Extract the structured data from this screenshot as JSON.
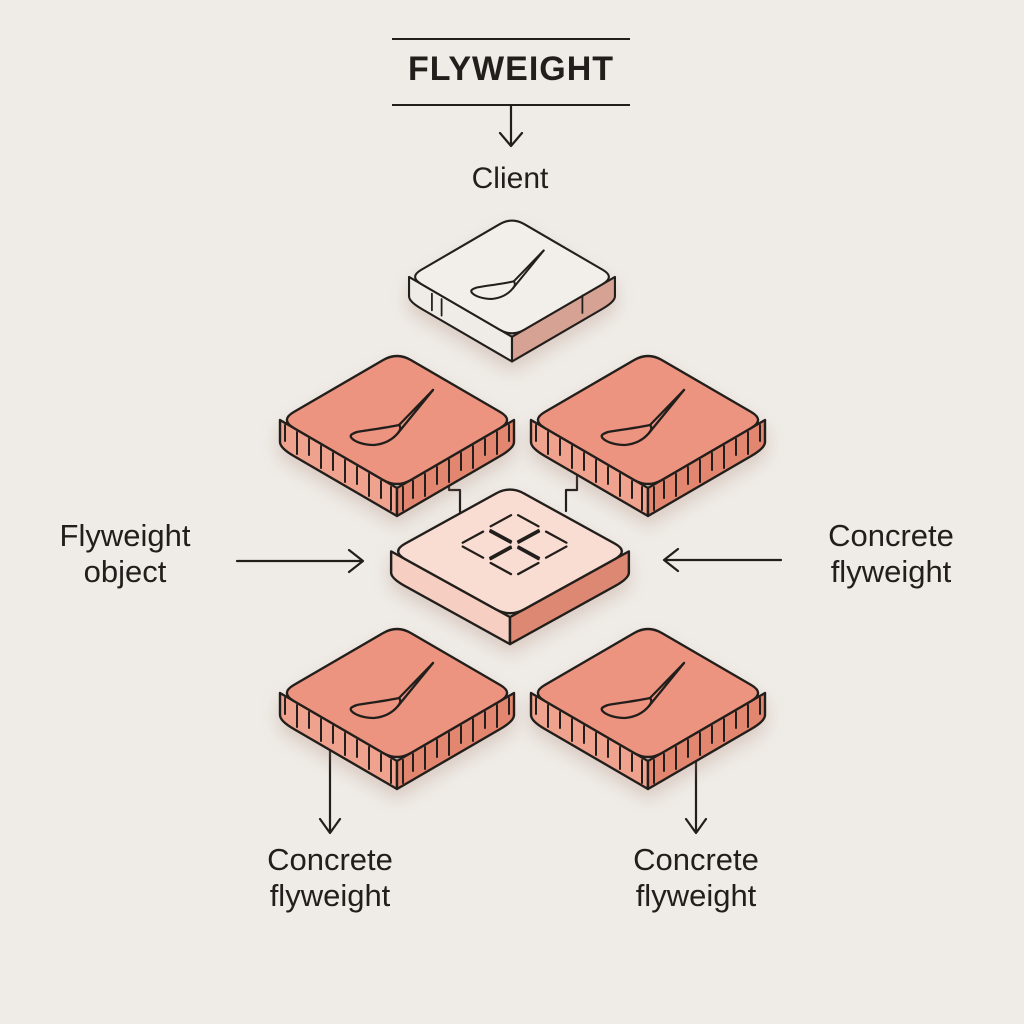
{
  "title": "FLYWEIGHT",
  "labels": {
    "client": "Client",
    "left": {
      "line1": "Flyweight",
      "line2": "object"
    },
    "right": {
      "line1": "Concrete",
      "line2": "flyweight"
    },
    "bottom_left": {
      "line1": "Concrete",
      "line2": "flyweight"
    },
    "bottom_right": {
      "line1": "Concrete",
      "line2": "flyweight"
    }
  },
  "tiles": [
    {
      "id": "client-tile",
      "icon": "paintbrush-icon",
      "color": "white"
    },
    {
      "id": "mid-left-tile",
      "icon": "paintbrush-icon",
      "color": "salmon"
    },
    {
      "id": "mid-right-tile",
      "icon": "paintbrush-icon",
      "color": "salmon"
    },
    {
      "id": "center-flyweight-tile",
      "icon": "diamond-grid-icon",
      "color": "light-pink"
    },
    {
      "id": "bottom-left-tile",
      "icon": "paintbrush-icon",
      "color": "salmon"
    },
    {
      "id": "bottom-right-tile",
      "icon": "paintbrush-icon",
      "color": "salmon"
    }
  ],
  "colors": {
    "background": "#EFEBE6",
    "outline": "#221E1B",
    "text": "#221E1B",
    "salmon_top": "#EC9480",
    "salmon_left_side": "#EFA28E",
    "salmon_right_side": "#E2866F",
    "center_top": "#F9DCD2",
    "center_left_side": "#F6CFC2",
    "center_right_side": "#DD8872",
    "client_top": "#F2EFEA",
    "client_left_side": "#EFEBE6",
    "client_right_side": "#D5A293"
  }
}
